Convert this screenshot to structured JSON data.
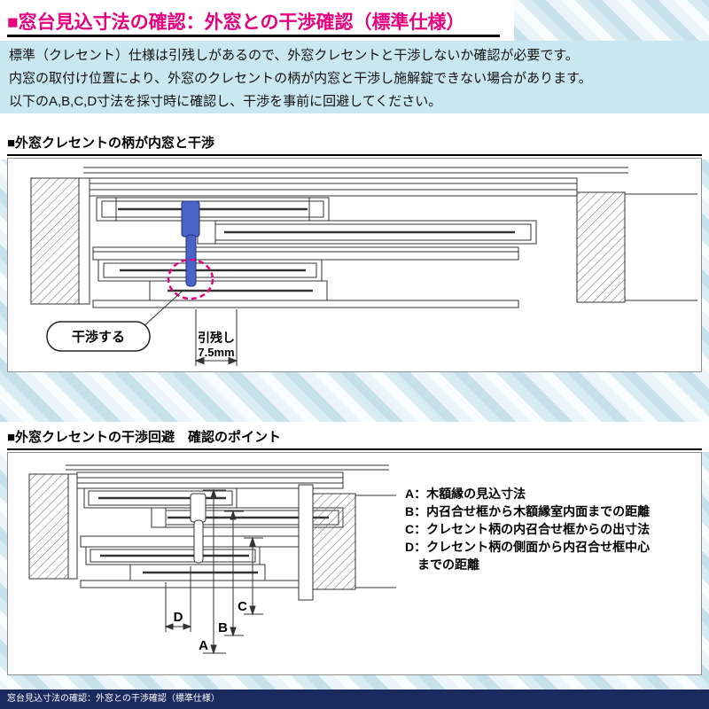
{
  "header": {
    "title": "■窓台見込寸法の確認：外窓との干渉確認（標準仕様）"
  },
  "intro": {
    "lines": [
      "標準（クレセント）仕様は引残しがあるので、外窓クレセントと干渉しないか確認が必要です。",
      "内窓の取付け位置により、外窓のクレセントの柄が内窓と干渉し施解錠できない場合があります。",
      "以下のA,B,C,D寸法を採寸時に確認し、干渉を事前に回避してください。"
    ]
  },
  "section_interference": {
    "heading": "■外窓クレセントの柄が内窓と干渉",
    "callout": "干渉する",
    "dimension_label": "引残し",
    "dimension_value": "7.5mm"
  },
  "section_avoidance": {
    "heading": "■外窓クレセントの干渉回避　確認のポイント",
    "dim_letters": {
      "a": "A",
      "b": "B",
      "c": "C",
      "d": "D"
    },
    "legend": [
      "A：木額縁の見込寸法",
      "B：内召合せ框から木額縁室内面までの距離",
      "C：クレセント柄の内召合せ框からの出寸法",
      "D：クレセント柄の側面から内召合せ框中心",
      "　までの距離"
    ]
  },
  "footer": {
    "text": "窓台見込寸法の確認：外窓との干渉確認（標準仕様）"
  },
  "colors": {
    "title_magenta": "#e4007f",
    "info_bg": "#c9e7f1",
    "crescent_blue": "#4a63c8",
    "interference_circle": "#e4007f",
    "footer_navy": "#1b2a5e"
  }
}
